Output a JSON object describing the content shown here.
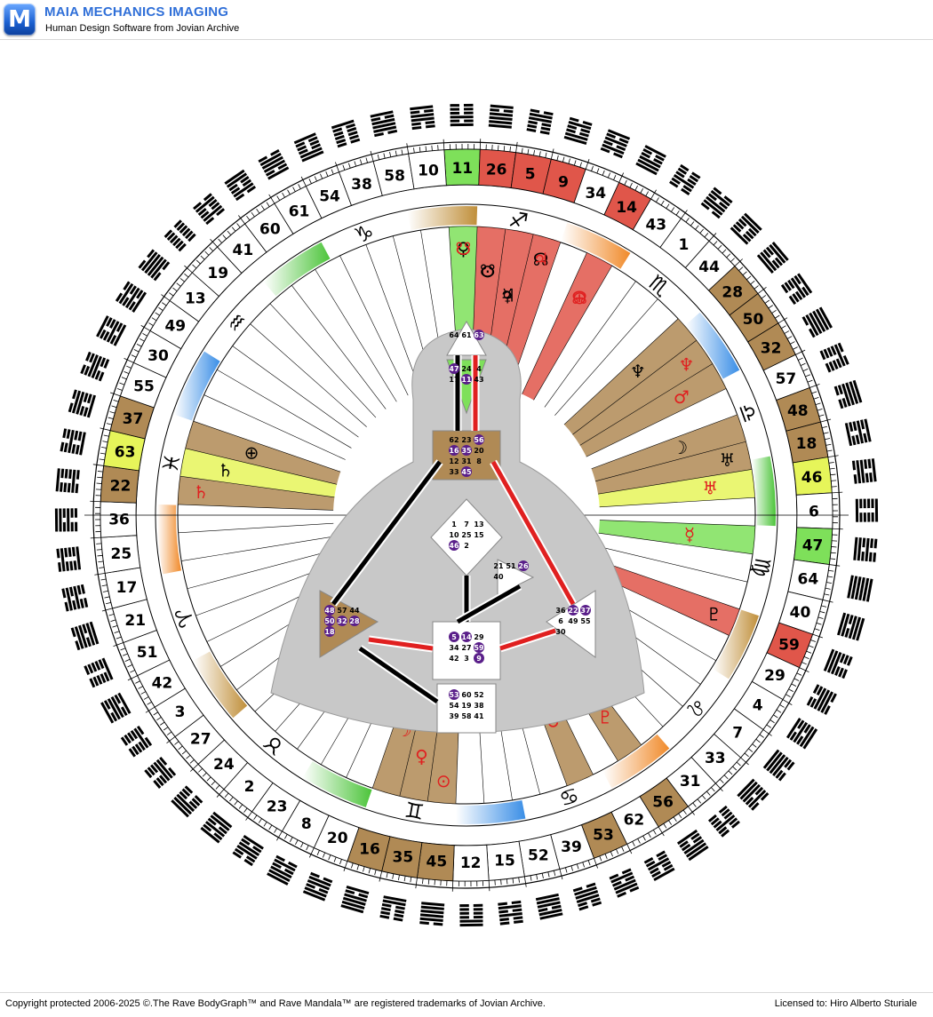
{
  "header": {
    "app_title": "MAIA MECHANICS IMAGING",
    "subtitle": "Human Design Software from Jovian Archive",
    "logo_letter": "M"
  },
  "footer": {
    "copyright": "Copyright protected 2006-2025 ©.The Rave BodyGraph™ and Rave Mandala™ are registered trademarks of Jovian Archive.",
    "license": "Licensed to: Hiro Alberto Sturiale"
  },
  "mandala": {
    "gates_clockwise_from_top": [
      "11",
      "26",
      "5",
      "9",
      "34",
      "14",
      "43",
      "1",
      "44",
      "28",
      "50",
      "32",
      "57",
      "48",
      "18",
      "46",
      "6",
      "47",
      "64",
      "40",
      "59",
      "29",
      "4",
      "7",
      "33",
      "31",
      "56",
      "62",
      "53",
      "39",
      "52",
      "15",
      "12",
      "45",
      "35",
      "16",
      "20",
      "8",
      "23",
      "2",
      "24",
      "27",
      "3",
      "42",
      "51",
      "21",
      "17",
      "25",
      "36",
      "22",
      "63",
      "37",
      "55",
      "30",
      "49",
      "13",
      "19",
      "41",
      "60",
      "61",
      "54",
      "38",
      "58",
      "10"
    ],
    "highlight_colors": {
      "green": "#7ee05a",
      "red": "#e0564a",
      "tan": "#b08a55",
      "yellow": "#e6f55a"
    },
    "highlighted_gates": {
      "11": "green",
      "26": "red",
      "5": "red",
      "9": "red",
      "14": "red",
      "28": "tan",
      "50": "tan",
      "32": "tan",
      "48": "tan",
      "18": "tan",
      "46": "yellow",
      "47": "green",
      "59": "red",
      "56": "tan",
      "53": "tan",
      "16": "tan",
      "35": "tan",
      "45": "tan",
      "22": "tan",
      "63": "yellow",
      "37": "tan"
    },
    "zodiac_signs": [
      {
        "glyph": "♐",
        "color": "#f08a2a"
      },
      {
        "glyph": "♏",
        "color": "#3a8ee6"
      },
      {
        "glyph": "♎",
        "color": "#4cc43a"
      },
      {
        "glyph": "♍",
        "color": "#c08f3a"
      },
      {
        "glyph": "♌",
        "color": "#f08a2a"
      },
      {
        "glyph": "♋",
        "color": "#3a8ee6"
      },
      {
        "glyph": "♊",
        "color": "#4cc43a"
      },
      {
        "glyph": "♉",
        "color": "#c08f3a"
      },
      {
        "glyph": "♈",
        "color": "#f08a2a"
      },
      {
        "glyph": "♓",
        "color": "#3a8ee6"
      },
      {
        "glyph": "♒",
        "color": "#4cc43a"
      },
      {
        "glyph": "♑",
        "color": "#c08f3a"
      }
    ],
    "planets": [
      {
        "glyph": "♀",
        "color": "#000000"
      },
      {
        "glyph": "⊙",
        "color": "#000000"
      },
      {
        "glyph": "☿",
        "color": "#000000"
      },
      {
        "glyph": "☊",
        "color": "#000000"
      },
      {
        "glyph": "☊",
        "color": "#e02020"
      },
      {
        "glyph": "♆",
        "color": "#000000"
      },
      {
        "glyph": "♆",
        "color": "#e02020"
      },
      {
        "glyph": "♂",
        "color": "#e02020"
      },
      {
        "glyph": "☽",
        "color": "#000000"
      },
      {
        "glyph": "♅",
        "color": "#000000"
      },
      {
        "glyph": "♅",
        "color": "#e02020"
      },
      {
        "glyph": "☿",
        "color": "#e02020"
      },
      {
        "glyph": "♇",
        "color": "#000000"
      },
      {
        "glyph": "♇",
        "color": "#e02020"
      },
      {
        "glyph": "♂",
        "color": "#e02020"
      },
      {
        "glyph": "⊙",
        "color": "#e02020"
      },
      {
        "glyph": "♀",
        "color": "#e02020"
      },
      {
        "glyph": "☽",
        "color": "#e02020"
      },
      {
        "glyph": "♄",
        "color": "#e02020"
      },
      {
        "glyph": "♄",
        "color": "#000000"
      },
      {
        "glyph": "⊕",
        "color": "#000000"
      },
      {
        "glyph": "☋",
        "color": "#e02020"
      },
      {
        "glyph": "☋",
        "color": "#000000"
      },
      {
        "glyph": "♃",
        "color": "#000000"
      },
      {
        "glyph": "♃",
        "color": "#e02020"
      },
      {
        "glyph": "⊕",
        "color": "#e02020"
      }
    ],
    "centers": {
      "head": [
        "64",
        "61",
        "63"
      ],
      "ajna": [
        "47",
        "24",
        "4",
        "17",
        "11",
        "43"
      ],
      "throat": [
        "62",
        "23",
        "56",
        "16",
        "35",
        "20",
        "12",
        "31",
        "8",
        "33",
        "45"
      ],
      "g": [
        "1",
        "7",
        "13",
        "10",
        "25",
        "15",
        "46",
        "2"
      ],
      "ego": [
        "21",
        "51",
        "26",
        "40"
      ],
      "spleen": [
        "48",
        "57",
        "44",
        "50",
        "32",
        "28",
        "18"
      ],
      "sacral": [
        "5",
        "14",
        "29",
        "34",
        "27",
        "59",
        "42",
        "3",
        "9"
      ],
      "solar": [
        "36",
        "22",
        "37",
        "6",
        "49",
        "55",
        "30"
      ],
      "root": [
        "53",
        "60",
        "52",
        "54",
        "19",
        "38",
        "39",
        "58",
        "41"
      ]
    },
    "active_gates_purple": [
      "63",
      "47",
      "11",
      "56",
      "16",
      "35",
      "45",
      "46",
      "26",
      "48",
      "50",
      "32",
      "28",
      "18",
      "5",
      "14",
      "59",
      "9",
      "22",
      "37",
      "53"
    ]
  }
}
